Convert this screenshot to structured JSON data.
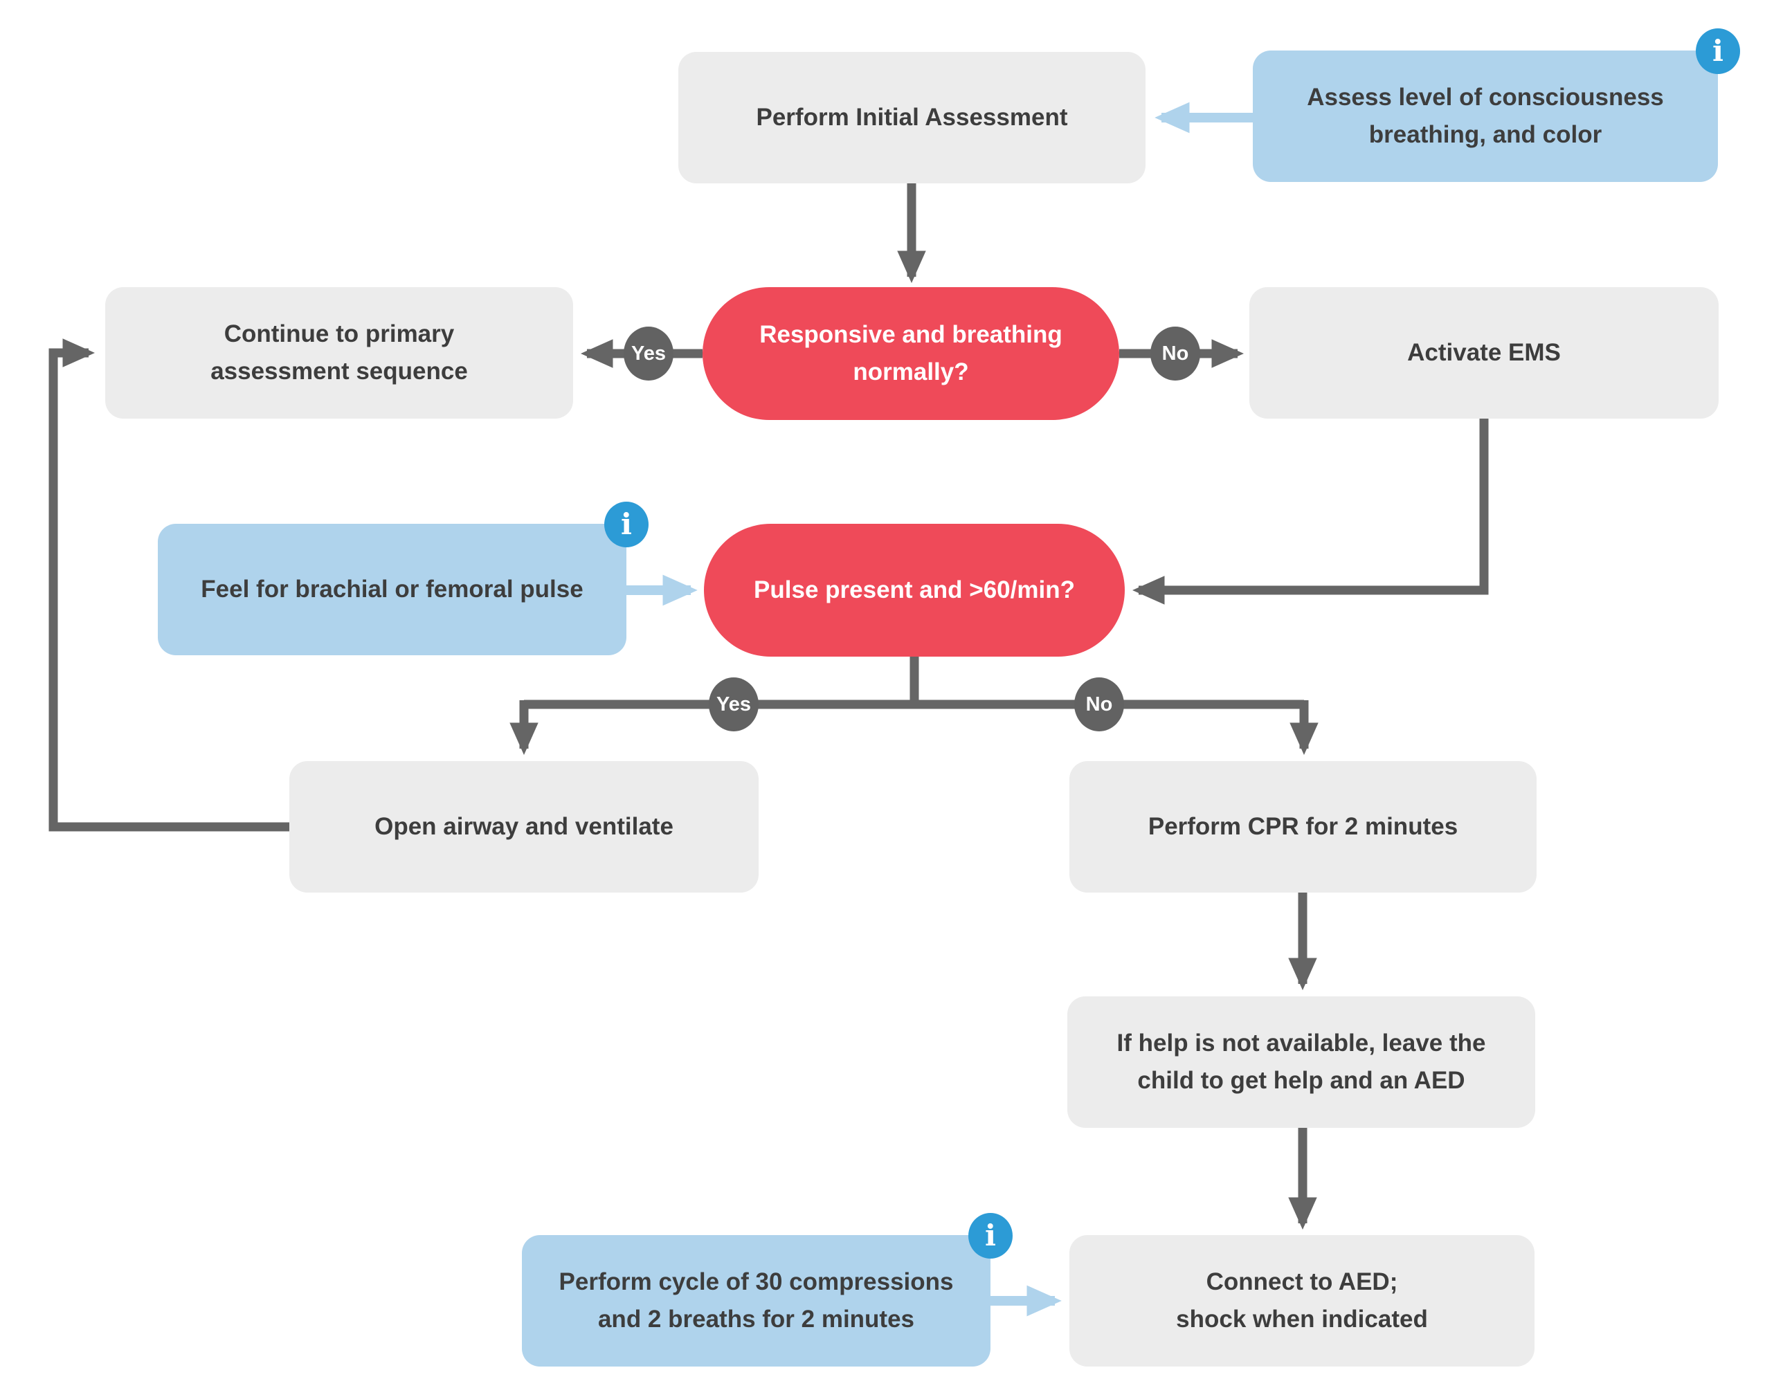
{
  "colors": {
    "action_box": "#ECECEC",
    "info_box": "#AFD3EC",
    "decision_box": "#EF4A59",
    "info_badge": "#2C9BD6",
    "connector": "#656565",
    "info_connector": "#AFD3EC",
    "badge": "#626262",
    "text_dark": "#3D3D3D",
    "text_light": "#FFFFFF"
  },
  "icons": {
    "info": "i"
  },
  "badges": {
    "yes": "Yes",
    "no": "No"
  },
  "nodes": {
    "initial_assessment": {
      "type": "action",
      "label": "Perform Initial Assessment"
    },
    "assess_consciousness": {
      "type": "info",
      "label": "Assess level of consciousness\nbreathing, and color"
    },
    "responsive_breathing": {
      "type": "decision",
      "label": "Responsive and breathing\nnormally?"
    },
    "continue_primary": {
      "type": "action",
      "label": "Continue to primary\nassessment sequence"
    },
    "activate_ems": {
      "type": "action",
      "label": "Activate EMS"
    },
    "feel_pulse": {
      "type": "info",
      "label": "Feel for brachial or femoral pulse"
    },
    "pulse_present": {
      "type": "decision",
      "label": "Pulse present and >60/min?"
    },
    "open_airway": {
      "type": "action",
      "label": "Open airway and ventilate"
    },
    "perform_cpr": {
      "type": "action",
      "label": "Perform CPR for 2 minutes"
    },
    "leave_for_help": {
      "type": "action",
      "label": "If help is not available, leave the\nchild to get help and an AED"
    },
    "cycle_compressions": {
      "type": "info",
      "label": "Perform cycle of 30 compressions\nand 2 breaths for 2 minutes"
    },
    "connect_aed": {
      "type": "action",
      "label": "Connect to AED;\nshock when indicated"
    }
  },
  "edges": [
    {
      "from": "assess_consciousness",
      "to": "initial_assessment",
      "label": ""
    },
    {
      "from": "initial_assessment",
      "to": "responsive_breathing",
      "label": ""
    },
    {
      "from": "responsive_breathing",
      "to": "continue_primary",
      "label": "Yes"
    },
    {
      "from": "responsive_breathing",
      "to": "activate_ems",
      "label": "No"
    },
    {
      "from": "activate_ems",
      "to": "pulse_present",
      "label": ""
    },
    {
      "from": "feel_pulse",
      "to": "pulse_present",
      "label": ""
    },
    {
      "from": "pulse_present",
      "to": "open_airway",
      "label": "Yes"
    },
    {
      "from": "pulse_present",
      "to": "perform_cpr",
      "label": "No"
    },
    {
      "from": "open_airway",
      "to": "continue_primary",
      "label": ""
    },
    {
      "from": "perform_cpr",
      "to": "leave_for_help",
      "label": ""
    },
    {
      "from": "leave_for_help",
      "to": "connect_aed",
      "label": ""
    },
    {
      "from": "cycle_compressions",
      "to": "connect_aed",
      "label": ""
    }
  ]
}
